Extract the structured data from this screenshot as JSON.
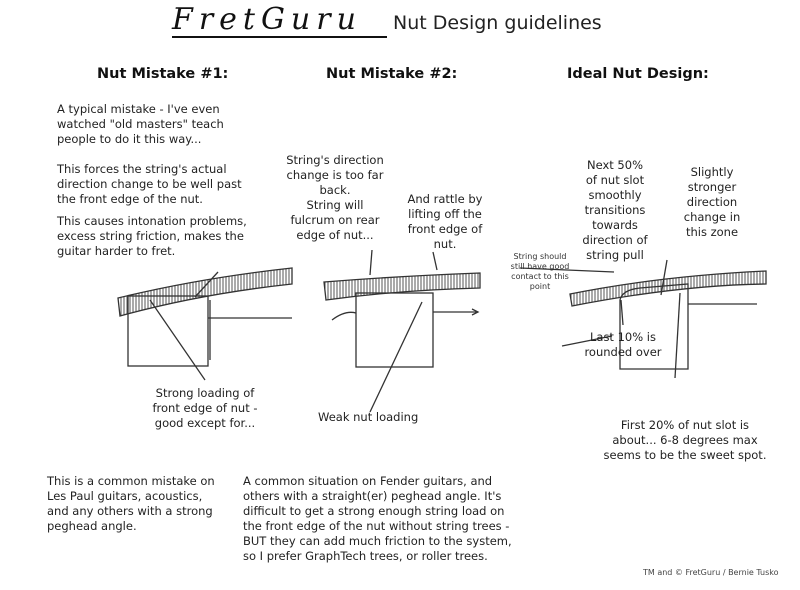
{
  "header": {
    "logo": "FretGuru",
    "title": "Nut Design guidelines"
  },
  "mistake1": {
    "heading": "Nut Mistake #1:",
    "para1": "A typical mistake - I've even\nwatched \"old masters\" teach\npeople to do it this way...",
    "para2": "This forces the string's actual\ndirection change to be well past\nthe front edge of the nut.",
    "para3": "This causes intonation problems,\nexcess string friction, makes the\nguitar harder to fret.",
    "callout": "Strong loading of\nfront edge of nut -\ngood except for...",
    "bottom": "This is a common mistake on\nLes Paul guitars, acoustics,\nand any others with a strong\npeghead angle."
  },
  "mistake2": {
    "heading": "Nut Mistake #2:",
    "callout1": "String's direction\nchange is too far\nback.\nString will\nfulcrum on rear\nedge of nut...",
    "callout2": "And rattle by\nlifting off the\nfront edge of\nnut.",
    "callout3": "Weak nut loading",
    "bottom": "A common situation on Fender guitars, and\nothers with a straight(er) peghead angle.  It's\ndifficult to get a strong enough string load on\nthe front edge of the nut without string trees -\nBUT they can add much friction to the system,\nso I prefer GraphTech trees, or roller trees."
  },
  "ideal": {
    "heading": "Ideal Nut Design:",
    "callout1": "Next 50%\nof nut slot\nsmoothly\ntransitions\ntowards\ndirection of\nstring pull",
    "callout2": "Slightly\nstronger\ndirection\nchange in\nthis zone",
    "callout3": "String should\nstill have good\ncontact to this\npoint",
    "callout4": "Last 10% is\nrounded over",
    "callout5": "First 20% of nut slot is\nabout... 6-8 degrees max\nseems to be the sweet spot."
  },
  "footer": {
    "credit": "TM and © FretGuru / Bernie Tusko"
  }
}
